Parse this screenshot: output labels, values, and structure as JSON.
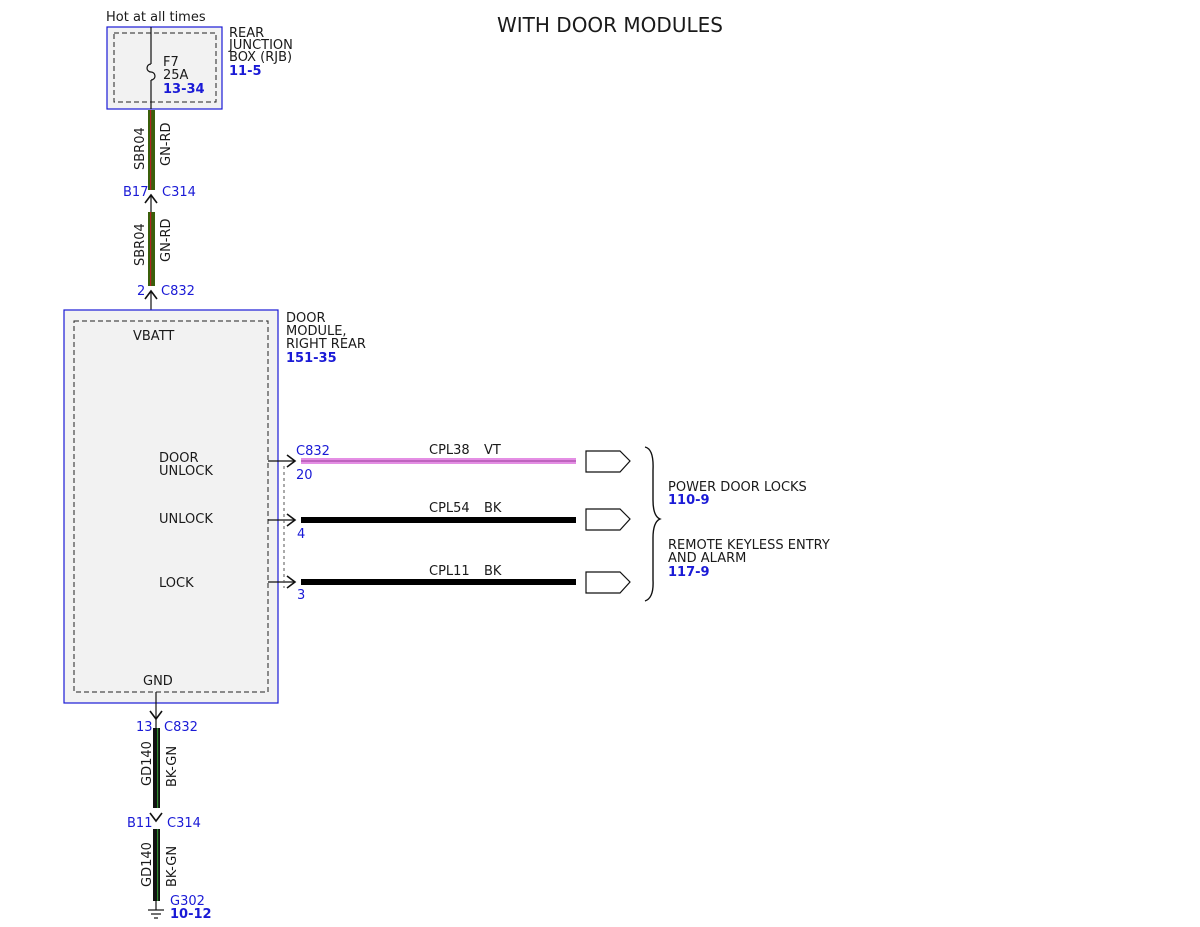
{
  "title": "WITH DOOR MODULES",
  "colors": {
    "blue": "#1a1ad6",
    "box_fill": "#f2f2f2",
    "wire_gn_rd": "#3a5f0b",
    "wire_gn_rd_tracer": "#b22222",
    "wire_bk_gn": "#111111",
    "wire_bk_gn_tracer": "#2e8b2e",
    "wire_vt": "#e48ee4",
    "wire_bk": "#000000"
  },
  "power_source": {
    "label": "Hot at all times"
  },
  "rjb": {
    "name_lines": [
      "REAR",
      "JUNCTION",
      "BOX (RJB)"
    ],
    "ref": "11-5",
    "fuse": {
      "id": "F7",
      "rating": "25A",
      "ref": "13-34"
    }
  },
  "upper_wires": [
    {
      "circuit": "SBR04",
      "color": "GN-RD"
    },
    {
      "circuit": "SBR04",
      "color": "GN-RD"
    }
  ],
  "connector_b17": {
    "pin": "B17",
    "name": "C314"
  },
  "connector_c832_top": {
    "pin": "2",
    "name": "C832"
  },
  "door_module": {
    "name_lines": [
      "DOOR",
      "MODULE,",
      "RIGHT REAR"
    ],
    "ref": "151-35",
    "vbatt_label": "VBATT",
    "gnd_label": "GND"
  },
  "outputs": [
    {
      "label_lines": [
        "DOOR",
        "UNLOCK"
      ],
      "connector": "C832",
      "pin": "20",
      "circuit": "CPL38",
      "color": "VT"
    },
    {
      "label_lines": [
        "UNLOCK"
      ],
      "connector": "",
      "pin": "4",
      "circuit": "CPL54",
      "color": "BK"
    },
    {
      "label_lines": [
        "LOCK"
      ],
      "connector": "",
      "pin": "3",
      "circuit": "CPL11",
      "color": "BK"
    }
  ],
  "destinations": [
    {
      "name_lines": [
        "POWER DOOR LOCKS"
      ],
      "ref": "110-9"
    },
    {
      "name_lines": [
        "REMOTE KEYLESS ENTRY",
        "AND ALARM"
      ],
      "ref": "117-9"
    }
  ],
  "connector_c832_bottom": {
    "pin": "13",
    "name": "C832"
  },
  "lower_wires": [
    {
      "circuit": "GD140",
      "color": "BK-GN"
    },
    {
      "circuit": "GD140",
      "color": "BK-GN"
    }
  ],
  "connector_b11": {
    "pin": "B11",
    "name": "C314"
  },
  "ground": {
    "name": "G302",
    "ref": "10-12"
  }
}
